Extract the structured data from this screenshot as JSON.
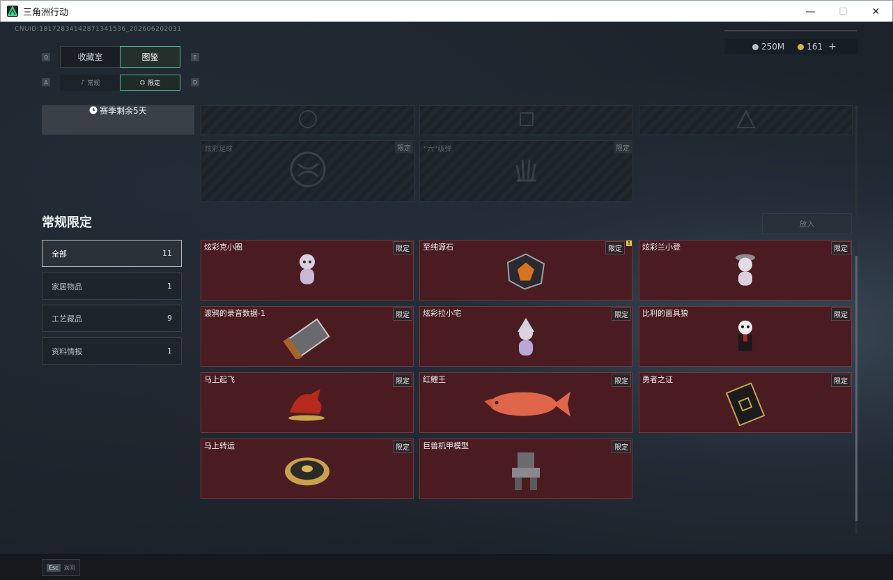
{
  "window": {
    "title": "三角洲行动",
    "minimize": "—",
    "maximize": "☐",
    "close": "✕"
  },
  "uid": "CNUID:18172834142871341536_202606202031",
  "currency": {
    "silver": "250M",
    "gold": "161",
    "add": "+"
  },
  "tabs": {
    "key_left": "Q",
    "key_right": "E",
    "main": [
      {
        "label": "收藏室"
      },
      {
        "label": "图鉴"
      }
    ],
    "sub_key_left": "A",
    "sub_key_right": "D",
    "sub": [
      {
        "label": "常规"
      },
      {
        "label": "限定"
      }
    ]
  },
  "season": {
    "text": "赛季剩余5天"
  },
  "locked_items": [
    {
      "name": "",
      "tag": ""
    },
    {
      "name": "",
      "tag": ""
    },
    {
      "name": "",
      "tag": ""
    },
    {
      "name": "炫彩足球",
      "tag": "限定"
    },
    {
      "name": "“六”级弹",
      "tag": "限定"
    }
  ],
  "section": {
    "title": "常规限定",
    "add_button": "放入"
  },
  "categories": [
    {
      "label": "全部",
      "count": "11"
    },
    {
      "label": "家居物品",
      "count": "1"
    },
    {
      "label": "工艺藏品",
      "count": "9"
    },
    {
      "label": "资料情报",
      "count": "1"
    }
  ],
  "items": [
    {
      "name": "炫彩克小圈",
      "tag": "限定"
    },
    {
      "name": "至纯源石",
      "tag": "限定",
      "badge": "!"
    },
    {
      "name": "炫彩兰小登",
      "tag": "限定"
    },
    {
      "name": "渡鸦的录音数据-1",
      "tag": "限定"
    },
    {
      "name": "炫彩拉小宅",
      "tag": "限定"
    },
    {
      "name": "比利的面具狼",
      "tag": "限定"
    },
    {
      "name": "马上起飞",
      "tag": "限定"
    },
    {
      "name": "红鲤王",
      "tag": "限定"
    },
    {
      "name": "勇者之证",
      "tag": "限定"
    },
    {
      "name": "马上转运",
      "tag": "限定"
    },
    {
      "name": "巨兽机甲模型",
      "tag": "限定"
    }
  ],
  "footer": {
    "esc_key": "Esc",
    "esc_label": "返回"
  },
  "colors": {
    "accent": "#4fbf8a",
    "card_bg": "#4a1c22",
    "card_border": "#6c3a40"
  }
}
